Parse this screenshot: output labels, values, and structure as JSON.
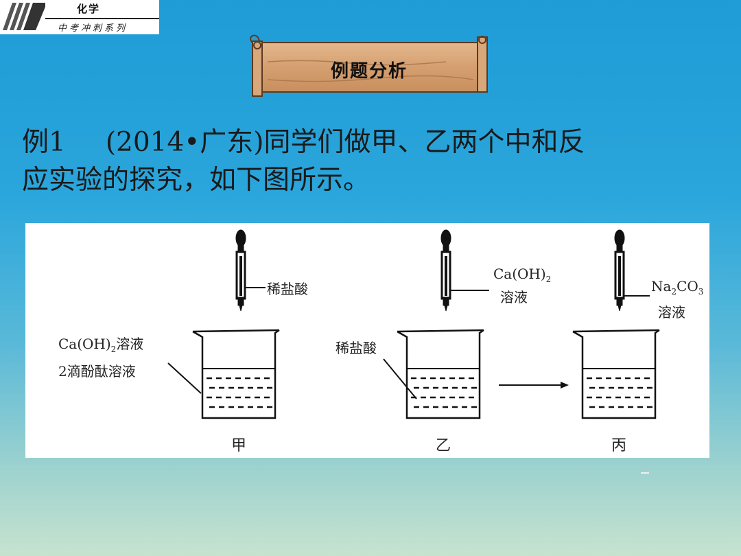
{
  "header": {
    "subject": "化学",
    "series": "中考冲刺系列"
  },
  "banner": {
    "label": "例题分析"
  },
  "question": {
    "number": "例1",
    "text_line1": "(2014•广东)同学们做甲、乙两个中和反",
    "text_line2": "应实验的探究，如下图所示。"
  },
  "figure": {
    "dropper_a_label": "稀盐酸",
    "dropper_b_formula_main": "Ca(OH)",
    "dropper_b_formula_sub": "2",
    "dropper_b_label": "溶液",
    "dropper_c_na": "Na",
    "dropper_c_na_sub": "2",
    "dropper_c_co": "CO",
    "dropper_c_co_sub": "3",
    "dropper_c_label": "溶液",
    "beaker_a_content1_main": "Ca(OH)",
    "beaker_a_content1_sub": "2",
    "beaker_a_content1_tail": "溶液",
    "beaker_a_content2": "2滴酚酞溶液",
    "beaker_b_content": "稀盐酸",
    "beaker_labels": [
      "甲",
      "乙",
      "丙"
    ]
  },
  "colors": {
    "background_top": "#1f9bd6",
    "background_bottom": "#c7e3cf",
    "scroll_wood": "#d9a77a"
  }
}
